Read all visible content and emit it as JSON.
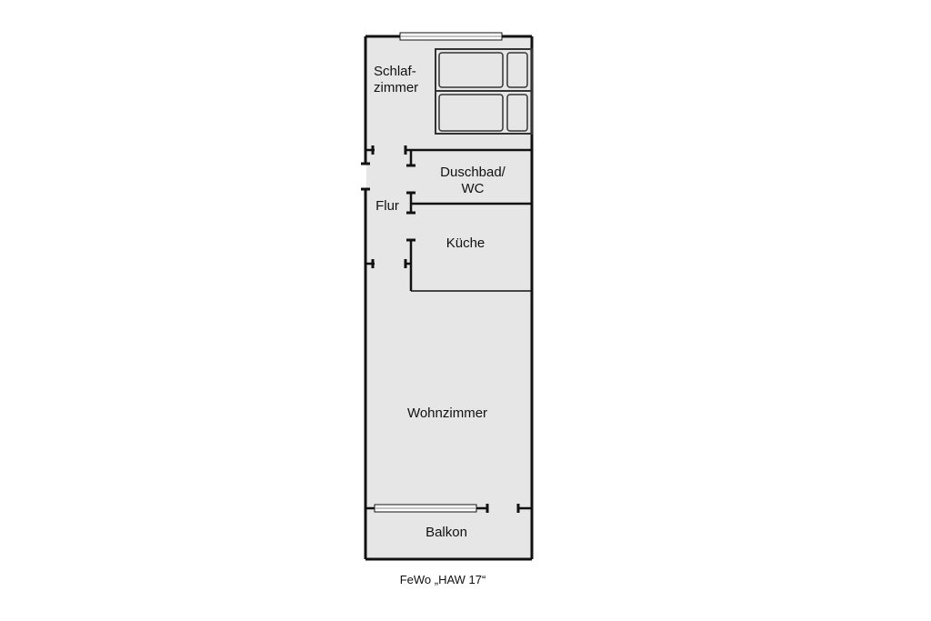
{
  "rooms": {
    "schlafzimmer": {
      "line1": "Schlaf-",
      "line2": "zimmer"
    },
    "duschbad": {
      "line1": "Duschbad/",
      "line2": "WC"
    },
    "flur": "Flur",
    "kueche": "Küche",
    "wohnzimmer": "Wohnzimmer",
    "balkon": "Balkon"
  },
  "caption": "FeWo „HAW 17“",
  "colors": {
    "floor": "#e6e6e6",
    "wall": "#111111",
    "window": "#c8c8c8"
  }
}
